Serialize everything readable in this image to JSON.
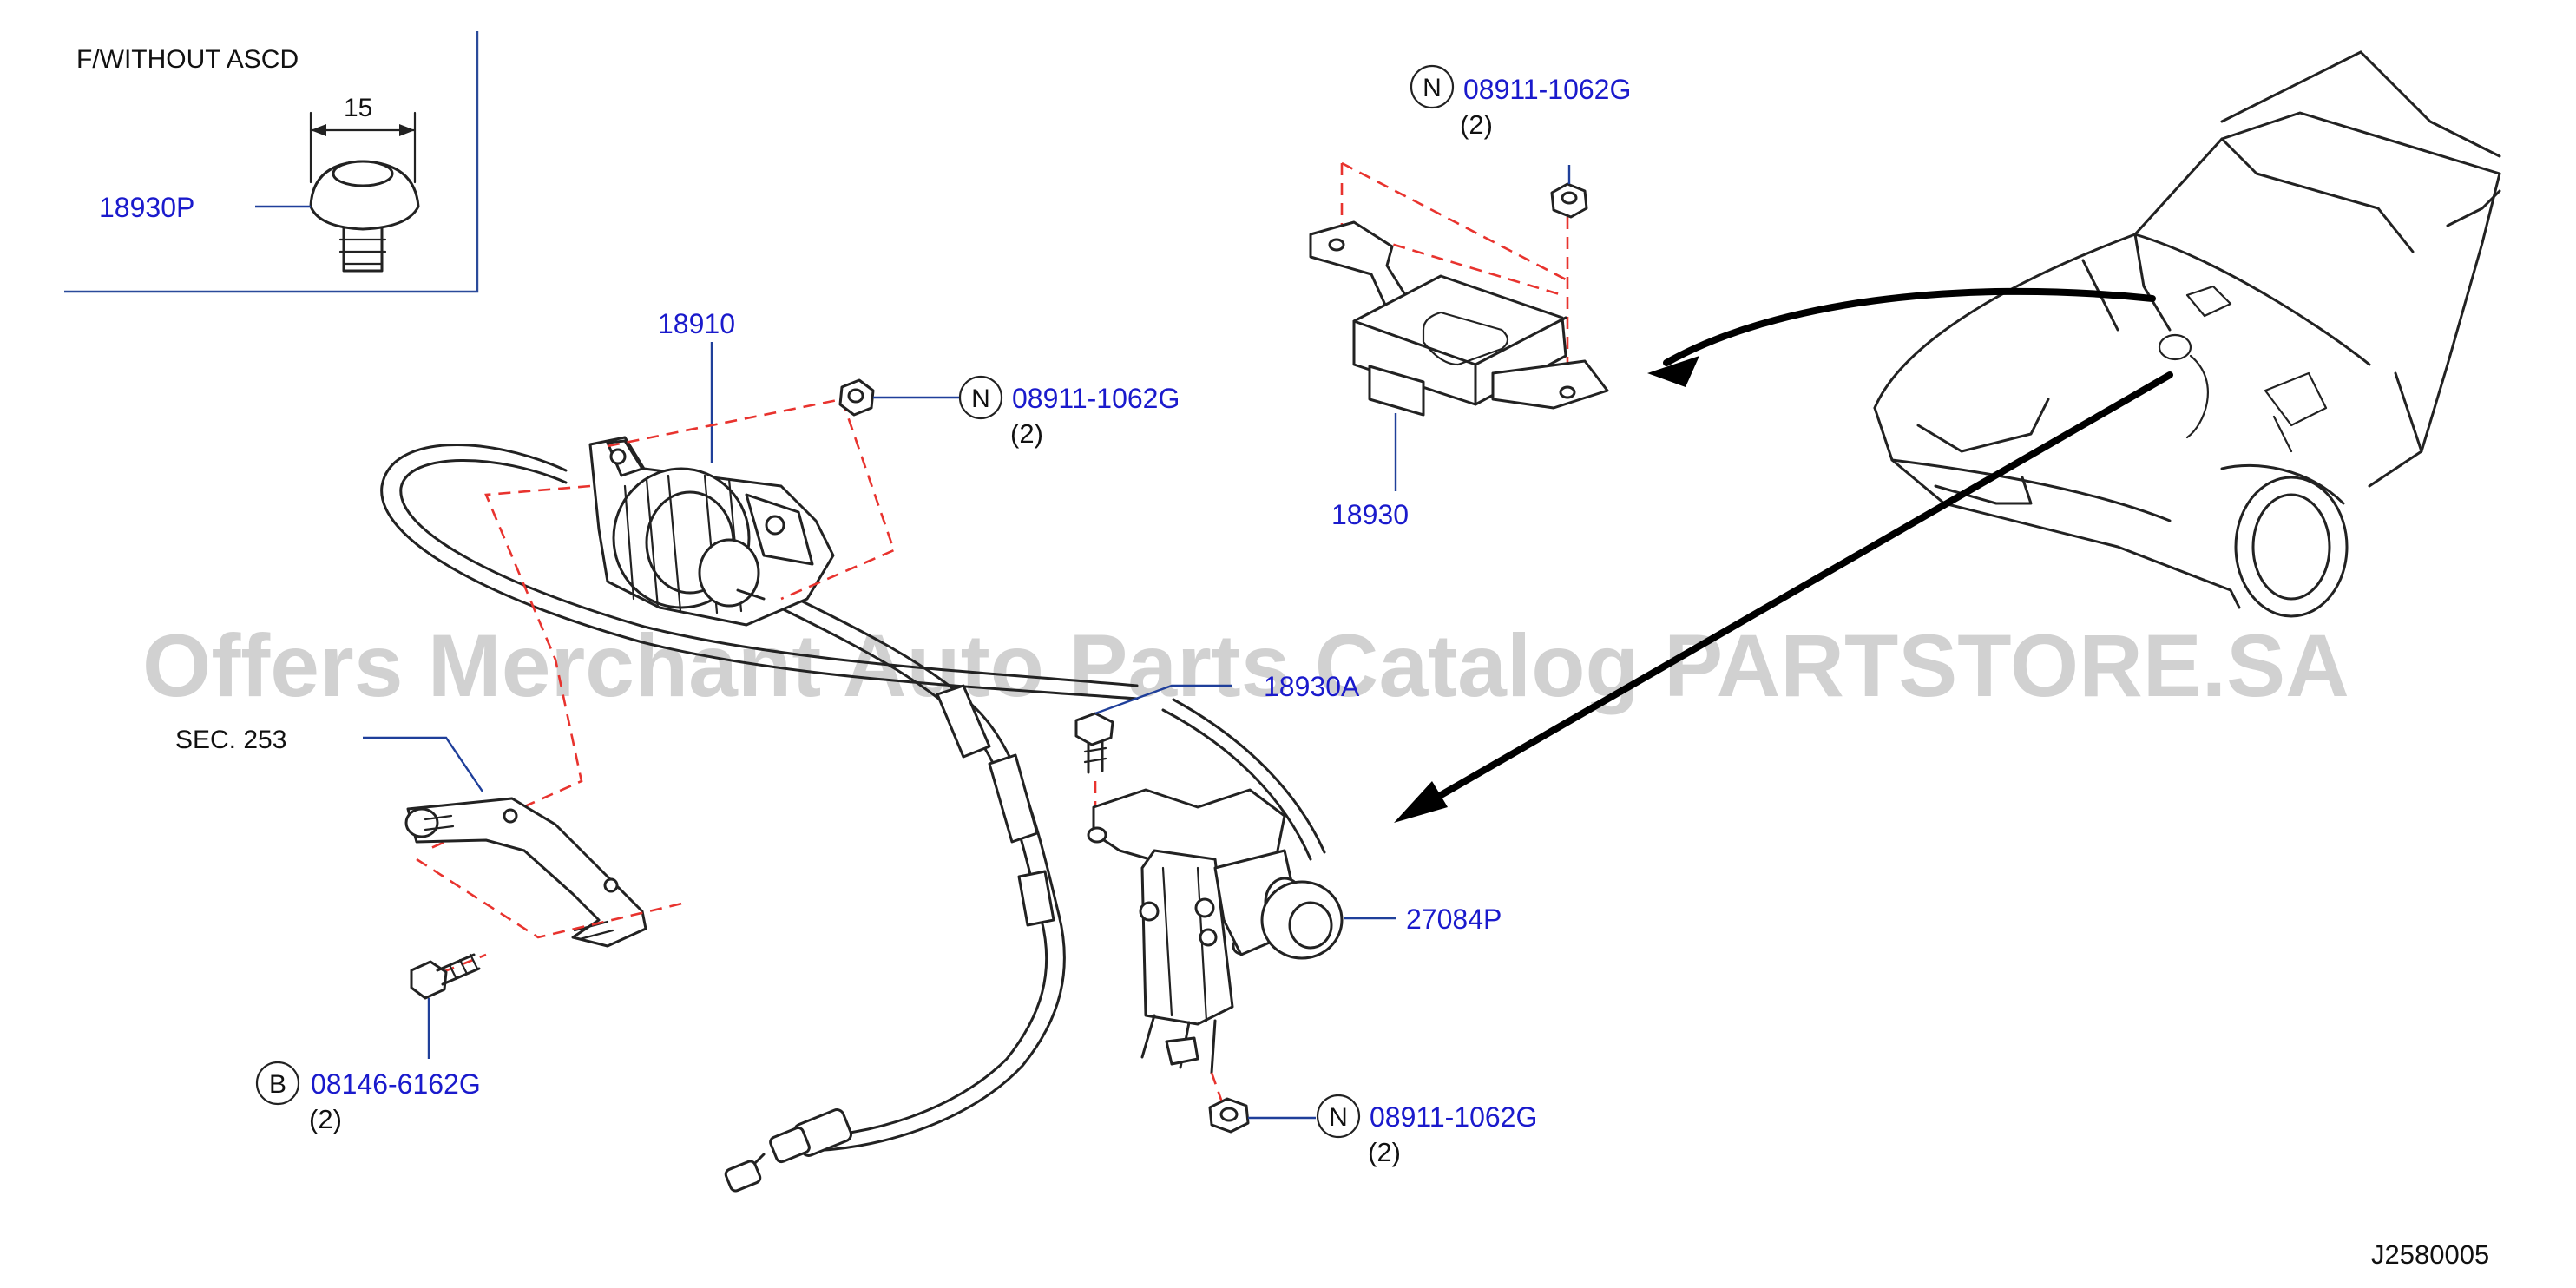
{
  "inset": {
    "title": "F/WITHOUT   ASCD",
    "dimension": "15",
    "part_number": "18930P"
  },
  "parts": {
    "p18910": "18910",
    "p18930": "18930",
    "p18930a": "18930A",
    "p27084p": "27084P",
    "sec": "SEC.   253"
  },
  "fasteners": {
    "nut_top": {
      "circle": "N",
      "number": "08911-1062G",
      "qty": "(2)"
    },
    "nut_mid": {
      "circle": "N",
      "number": "08911-1062G",
      "qty": "(2)"
    },
    "nut_bottom": {
      "circle": "N",
      "number": "08911-1062G",
      "qty": "(2)"
    },
    "bolt": {
      "circle": "B",
      "number": "08146-6162G",
      "qty": "(2)"
    }
  },
  "diagram_code": "J2580005",
  "watermark": "Offers Merchant Auto Parts Catalog PARTSTORE.SA",
  "colors": {
    "callout": "#1a1acc",
    "dash": "#e8332e",
    "line": "#222222",
    "watermark": "#c9c9c9"
  }
}
